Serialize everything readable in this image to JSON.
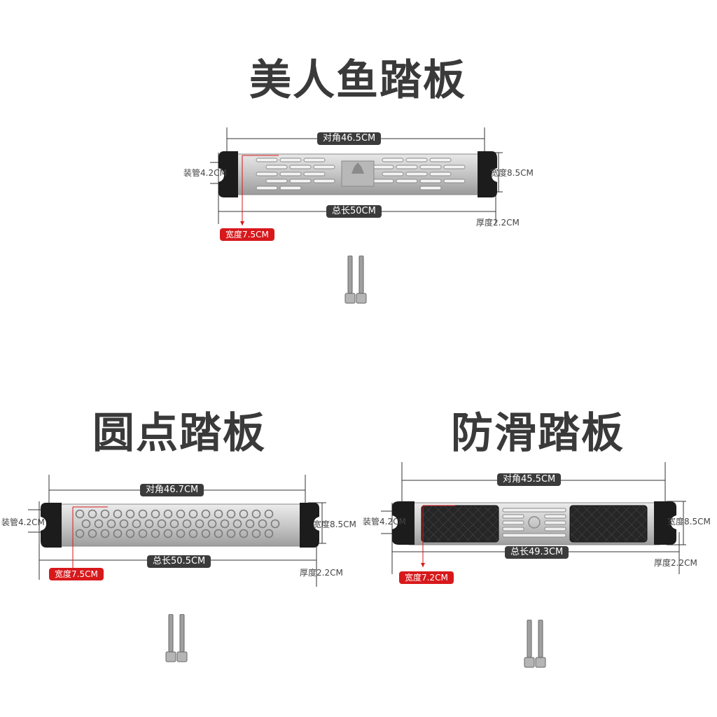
{
  "products": [
    {
      "title": "美人鱼踏板",
      "diagonal": "对角46.5CM",
      "tube": "装管4.2CM",
      "height": "宽度8.5CM",
      "total_length": "总长50CM",
      "width": "宽度7.5CM",
      "thickness": "厚度2.2CM"
    },
    {
      "title": "圆点踏板",
      "diagonal": "对角46.7CM",
      "tube": "装管4.2CM",
      "height": "宽度8.5CM",
      "total_length": "总长50.5CM",
      "width": "宽度7.5CM",
      "thickness": "厚度2.2CM"
    },
    {
      "title": "防滑踏板",
      "diagonal": "对角45.5CM",
      "tube": "装管4.2CM",
      "height": "宽度8.5CM",
      "total_length": "总长49.3CM",
      "width": "宽度7.2CM",
      "thickness": "厚度2.2CM"
    }
  ],
  "colors": {
    "label_bg": "#3b3b3b",
    "highlight": "#d7191c",
    "steel": "#c9c9c9",
    "cap": "#1a1a1a"
  }
}
